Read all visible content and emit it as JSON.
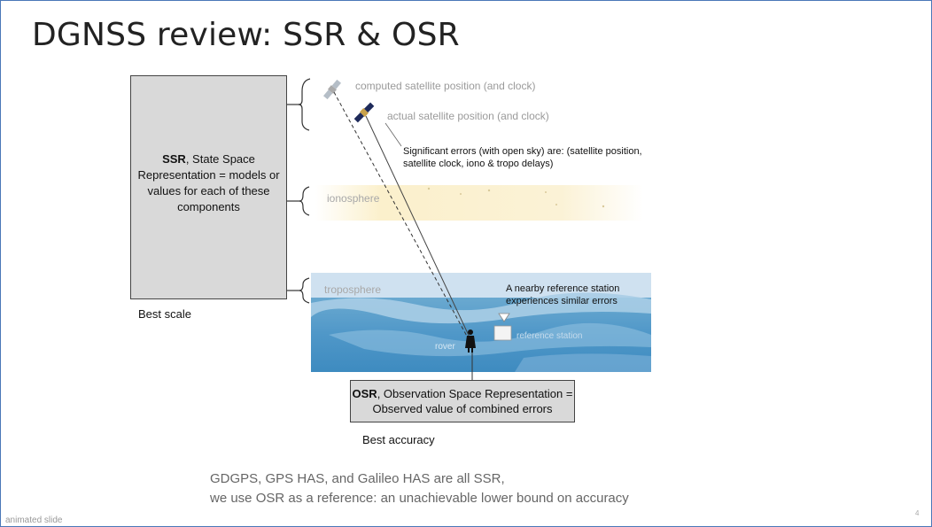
{
  "slide": {
    "title": "DGNSS review: SSR & OSR",
    "ssr": {
      "abbr": "SSR",
      "description": ", State Space Representation = models or values for each of these components",
      "caption": "Best scale"
    },
    "satellites": {
      "computed_label": "computed satellite position (and clock)",
      "actual_label": "actual satellite position (and clock)"
    },
    "errors_note": "Significant errors (with open sky) are: (satellite position, satellite clock, iono & tropo delays)",
    "layers": {
      "ionosphere": "ionosphere",
      "troposphere": "troposphere"
    },
    "reference_note": "A nearby reference station experiences similar errors",
    "rover_label": "rover",
    "reference_label": "reference station",
    "osr": {
      "abbr": "OSR",
      "description": ", Observation Space Representation = Observed value of combined errors",
      "caption": "Best accuracy"
    },
    "bottom_notes": [
      "GDGPS, GPS HAS, and Galileo HAS are all SSR,",
      "we use OSR as a reference: an unachievable lower bound on accuracy"
    ],
    "footer_tag": "animated slide",
    "page_number": "4"
  },
  "colors": {
    "frame": "#4a78b8",
    "box_fill": "#d9d9d9",
    "ionosphere": "#fbf0cc",
    "troposphere": "#cfe1f0",
    "sea": "#4f97c8"
  },
  "icons": [
    "satellite-icon",
    "person-icon",
    "antenna-icon"
  ]
}
